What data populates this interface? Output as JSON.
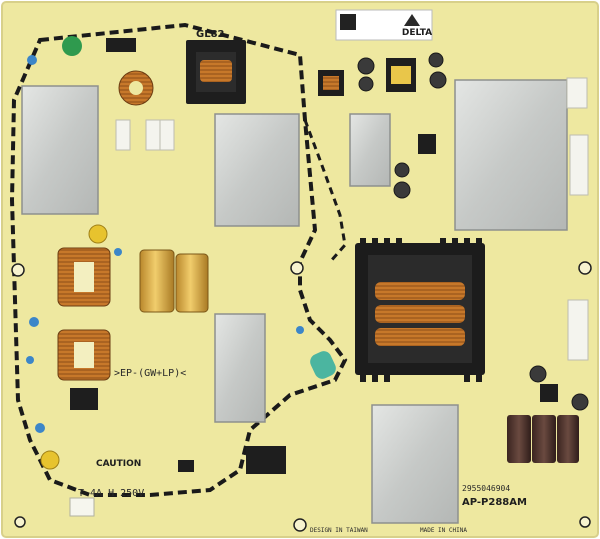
{
  "board": {
    "brand": "DELTA",
    "model_label": "GL82",
    "ep_label": ">EP-(GW+LP)<",
    "caution_text": "CAUTION",
    "fuse_rating": "T 4A H 250V",
    "part_number": "2955046904",
    "board_code": "AP-P288AM",
    "origin_text": "MADE IN CHINA",
    "design_text": "DESIGN IN TAIWAN",
    "colors": {
      "pcb": "#eee8a0",
      "pcb_edge": "#e3dc8e",
      "silkscreen": "#2a2a2a",
      "heatsink": "#cfd2d0",
      "copper_coil": "#c7782a",
      "capacitor_gold": "#e0b24a",
      "capacitor_dark": "#4a2f2a",
      "transformer_black": "#1c1c1c",
      "led_blue": "#3c86c8",
      "green_part": "#2f9a4e"
    }
  }
}
